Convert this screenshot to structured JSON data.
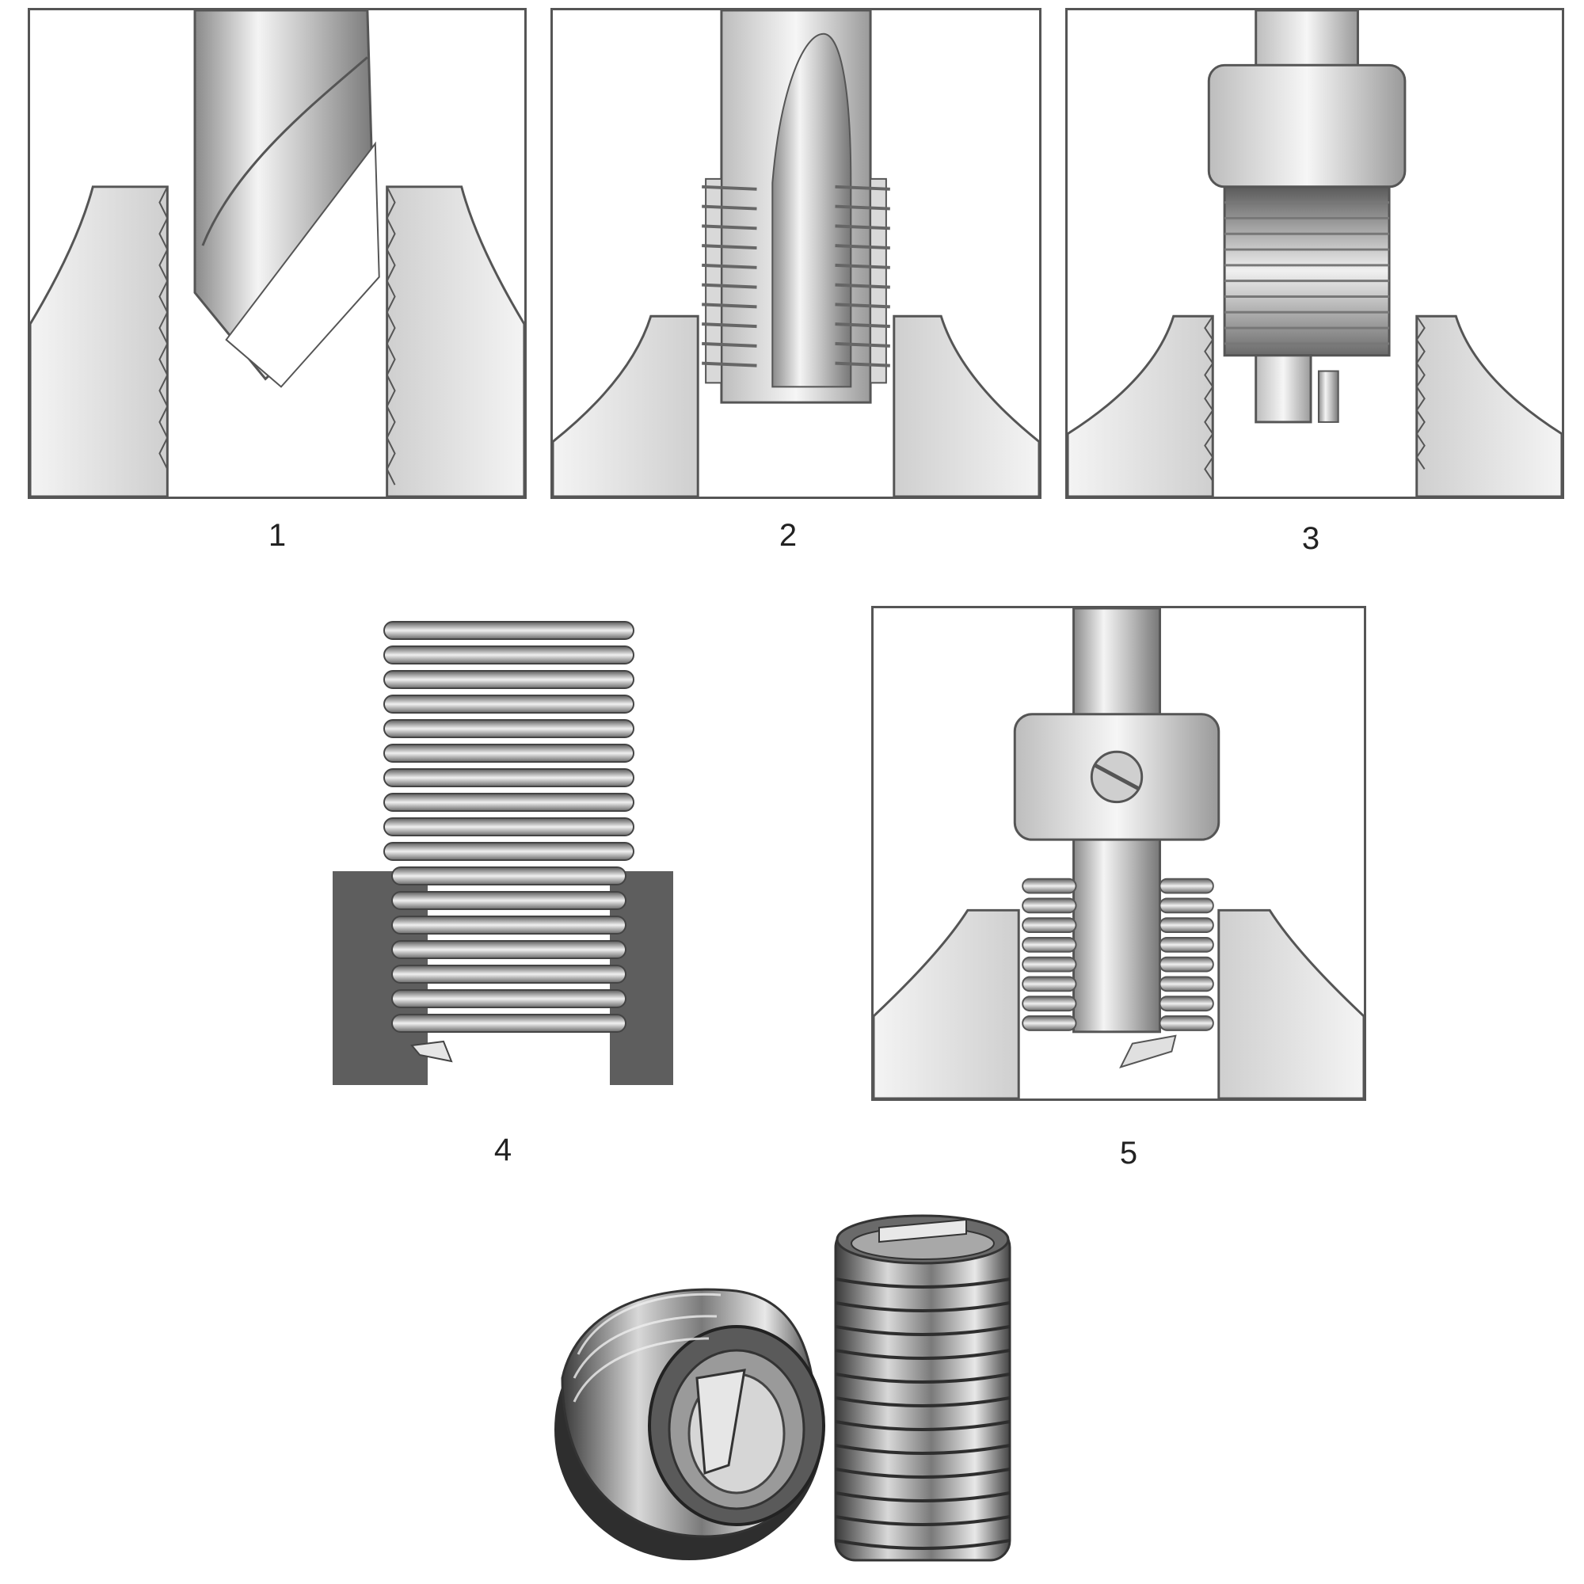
{
  "steps": [
    {
      "label": "1",
      "icon": "drill-bit-icon"
    },
    {
      "label": "2",
      "icon": "thread-tap-icon"
    },
    {
      "label": "3",
      "icon": "insert-installation-tool-icon"
    },
    {
      "label": "4",
      "icon": "installed-coil-insert-icon"
    },
    {
      "label": "5",
      "icon": "tang-break-off-tool-icon"
    }
  ],
  "photo": {
    "icon": "helicoil-thread-insert-photo"
  },
  "colors": {
    "metal_dark": "#6e6e6e",
    "metal_light": "#f2f2f2",
    "outline": "#555555",
    "workpiece": "#dcdcdc",
    "block_dark": "#5e5e5e"
  }
}
